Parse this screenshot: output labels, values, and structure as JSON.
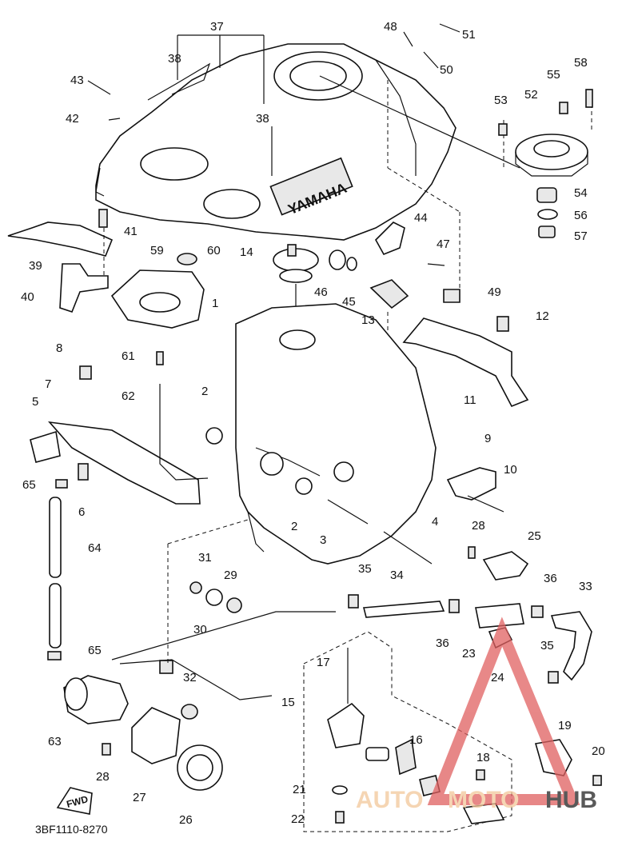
{
  "diagram": {
    "part_code": "3BF1110-8270",
    "tank_brand": "YAMAHA",
    "fwd_label": "FWD",
    "labels": [
      {
        "id": "p37",
        "text": "37"
      },
      {
        "id": "p38a",
        "text": "38"
      },
      {
        "id": "p38b",
        "text": "38"
      },
      {
        "id": "p43",
        "text": "43"
      },
      {
        "id": "p42",
        "text": "42"
      },
      {
        "id": "p48",
        "text": "48"
      },
      {
        "id": "p51",
        "text": "51"
      },
      {
        "id": "p50",
        "text": "50"
      },
      {
        "id": "p58",
        "text": "58"
      },
      {
        "id": "p55",
        "text": "55"
      },
      {
        "id": "p53",
        "text": "53"
      },
      {
        "id": "p52",
        "text": "52"
      },
      {
        "id": "p54",
        "text": "54"
      },
      {
        "id": "p56",
        "text": "56"
      },
      {
        "id": "p57",
        "text": "57"
      },
      {
        "id": "p41",
        "text": "41"
      },
      {
        "id": "p39",
        "text": "39"
      },
      {
        "id": "p40",
        "text": "40"
      },
      {
        "id": "p59",
        "text": "59"
      },
      {
        "id": "p60",
        "text": "60"
      },
      {
        "id": "p14",
        "text": "14"
      },
      {
        "id": "p46",
        "text": "46"
      },
      {
        "id": "p45",
        "text": "45"
      },
      {
        "id": "p44",
        "text": "44"
      },
      {
        "id": "p47",
        "text": "47"
      },
      {
        "id": "p49",
        "text": "49"
      },
      {
        "id": "p13",
        "text": "13"
      },
      {
        "id": "p12",
        "text": "12"
      },
      {
        "id": "p11",
        "text": "11"
      },
      {
        "id": "p1",
        "text": "1"
      },
      {
        "id": "p8",
        "text": "8"
      },
      {
        "id": "p61",
        "text": "61"
      },
      {
        "id": "p62",
        "text": "62"
      },
      {
        "id": "p7",
        "text": "7"
      },
      {
        "id": "p5",
        "text": "5"
      },
      {
        "id": "p2a",
        "text": "2"
      },
      {
        "id": "p2b",
        "text": "2"
      },
      {
        "id": "p65a",
        "text": "65"
      },
      {
        "id": "p6",
        "text": "6"
      },
      {
        "id": "p64",
        "text": "64"
      },
      {
        "id": "p9",
        "text": "9"
      },
      {
        "id": "p10",
        "text": "10"
      },
      {
        "id": "p3",
        "text": "3"
      },
      {
        "id": "p4",
        "text": "4"
      },
      {
        "id": "p28a",
        "text": "28"
      },
      {
        "id": "p25",
        "text": "25"
      },
      {
        "id": "p31",
        "text": "31"
      },
      {
        "id": "p29",
        "text": "29"
      },
      {
        "id": "p30",
        "text": "30"
      },
      {
        "id": "p35a",
        "text": "35"
      },
      {
        "id": "p34",
        "text": "34"
      },
      {
        "id": "p36a",
        "text": "36"
      },
      {
        "id": "p33",
        "text": "33"
      },
      {
        "id": "p36b",
        "text": "36"
      },
      {
        "id": "p23",
        "text": "23"
      },
      {
        "id": "p24",
        "text": "24"
      },
      {
        "id": "p35b",
        "text": "35"
      },
      {
        "id": "p65b",
        "text": "65"
      },
      {
        "id": "p17",
        "text": "17"
      },
      {
        "id": "p15",
        "text": "15"
      },
      {
        "id": "p32",
        "text": "32"
      },
      {
        "id": "p63",
        "text": "63"
      },
      {
        "id": "p16",
        "text": "16"
      },
      {
        "id": "p19",
        "text": "19"
      },
      {
        "id": "p20",
        "text": "20"
      },
      {
        "id": "p18",
        "text": "18"
      },
      {
        "id": "p28b",
        "text": "28"
      },
      {
        "id": "p27",
        "text": "27"
      },
      {
        "id": "p26",
        "text": "26"
      },
      {
        "id": "p21",
        "text": "21"
      },
      {
        "id": "p22",
        "text": "22"
      }
    ]
  },
  "watermark": {
    "text_auto": "AUTO",
    "text_moto": "MOTO",
    "text_hub": "HUB",
    "color_auto": "#f2c79a",
    "color_moto": "#f2c79a",
    "color_hub": "#222222",
    "triangle_color": "#e06060"
  }
}
